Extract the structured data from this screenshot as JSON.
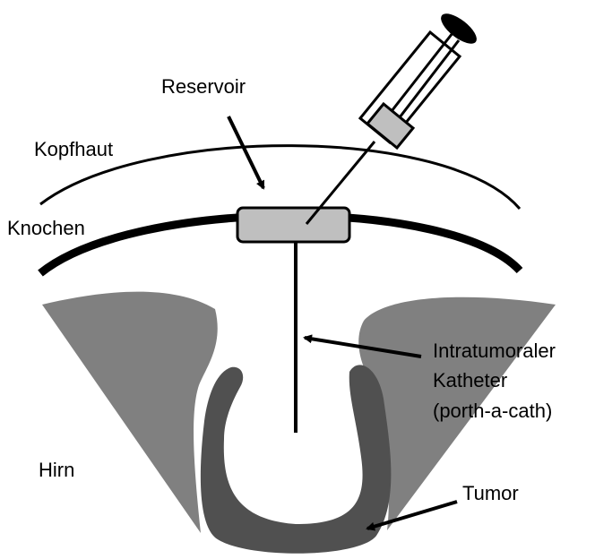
{
  "labels": {
    "reservoir": "Reservoir",
    "scalp": "Kopfhaut",
    "bone": "Knochen",
    "catheter_line1": "Intratumoraler",
    "catheter_line2": "Katheter",
    "catheter_line3": "(porth-a-cath)",
    "brain": "Hirn",
    "tumor": "Tumor"
  },
  "colors": {
    "line": "#000000",
    "reservoir_fill": "#bfbfbf",
    "syringe_tip_fill": "#bfbfbf",
    "brain_fill": "#808080",
    "tumor_fill": "#505050",
    "background": "#ffffff"
  }
}
